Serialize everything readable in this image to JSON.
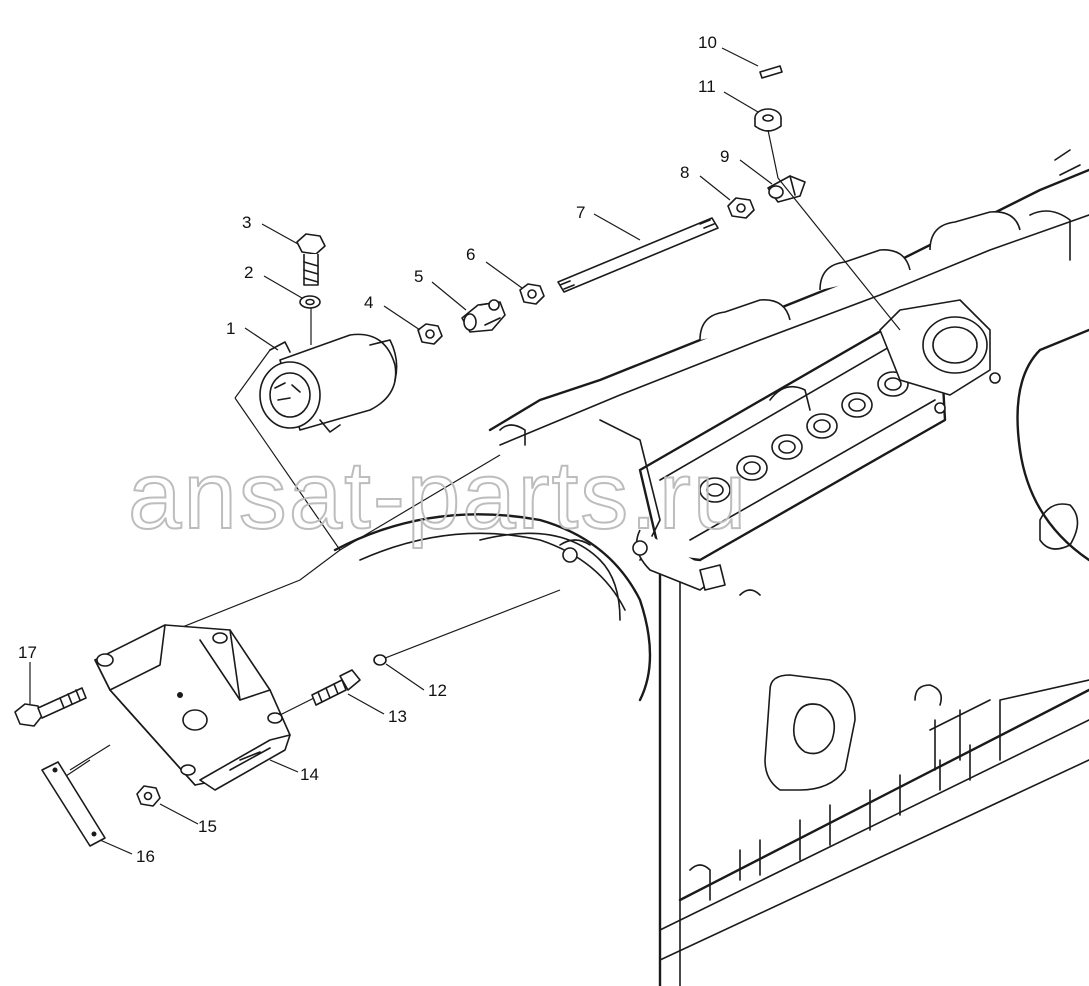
{
  "diagram": {
    "callouts": [
      {
        "id": 1,
        "label": "1"
      },
      {
        "id": 2,
        "label": "2"
      },
      {
        "id": 3,
        "label": "3"
      },
      {
        "id": 4,
        "label": "4"
      },
      {
        "id": 5,
        "label": "5"
      },
      {
        "id": 6,
        "label": "6"
      },
      {
        "id": 7,
        "label": "7"
      },
      {
        "id": 8,
        "label": "8"
      },
      {
        "id": 9,
        "label": "9"
      },
      {
        "id": 10,
        "label": "10"
      },
      {
        "id": 11,
        "label": "11"
      },
      {
        "id": 12,
        "label": "12"
      },
      {
        "id": 13,
        "label": "13"
      },
      {
        "id": 14,
        "label": "14"
      },
      {
        "id": 15,
        "label": "15"
      },
      {
        "id": 16,
        "label": "16"
      },
      {
        "id": 17,
        "label": "17"
      }
    ],
    "watermark": "ansat-parts.ru",
    "colors": {
      "line": "#1a1a1a",
      "background": "#ffffff",
      "watermark": "#bdbdbd"
    }
  }
}
